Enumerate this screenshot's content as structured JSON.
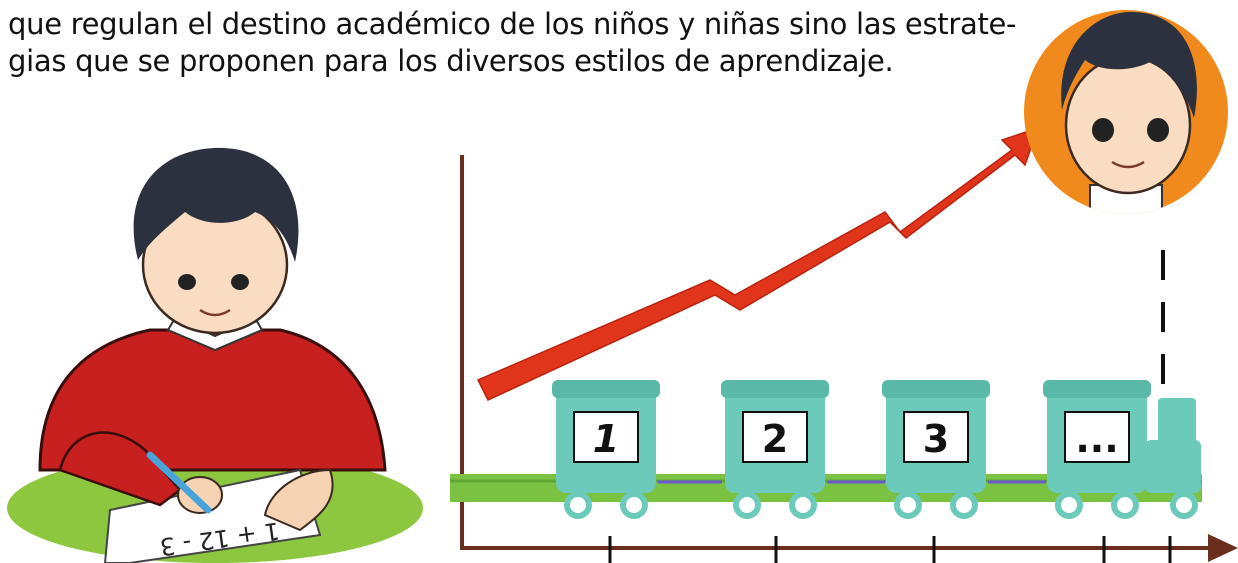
{
  "paragraph": {
    "line1": "que regulan el destino académico de los niños y niñas sino las estrate-",
    "line2": "gias que se proponen para los diversos estilos de aprendizaje."
  },
  "illustration": {
    "worksheet_text": "1 + 12 - 3",
    "wagons": [
      {
        "label": "1"
      },
      {
        "label": "2"
      },
      {
        "label": "3"
      },
      {
        "label": "..."
      }
    ],
    "colors": {
      "arrow": "#e0351b",
      "train": "#6ccabb",
      "track": "#7cc242",
      "axis": "#6b2e1e",
      "avatar_ring": "#f08a1d",
      "sweater": "#c8201e"
    }
  }
}
